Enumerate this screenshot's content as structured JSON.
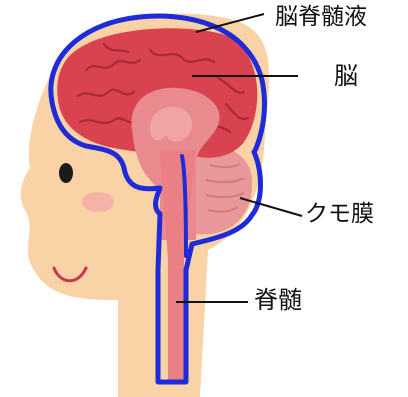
{
  "labels": {
    "csf": "脳脊髄液",
    "brain": "脳",
    "arachnoid": "クモ膜",
    "spinal_cord": "脊髄"
  },
  "colors": {
    "skin": "#F9D3A6",
    "brain": "#D9434F",
    "brain_fold": "#A82A35",
    "deep_tissue": "#E98B8E",
    "cerebellum": "#E8979A",
    "spinal_cord": "#EA7F86",
    "membrane_outline": "#1E2BD8",
    "cheek": "#F4B3A6",
    "mouth": "#C23A4C",
    "eye": "#1b1b1b",
    "leader_line": "#111111"
  }
}
